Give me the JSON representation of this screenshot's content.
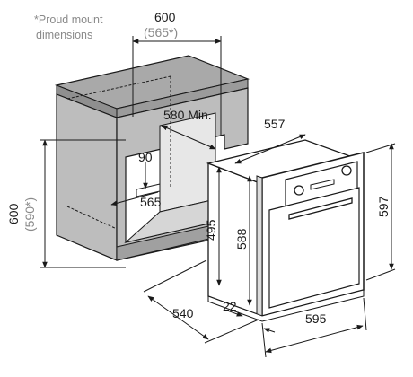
{
  "note": {
    "line1": "*Proud mount",
    "line2": "dimensions"
  },
  "dimensions": {
    "cabinet_width": "600",
    "cabinet_width_proud": "(565*)",
    "cabinet_height": "600",
    "cabinet_height_proud": "(590*)",
    "cavity_depth_min": "580 Min.",
    "vent_height": "90",
    "vent_width": "565",
    "oven_depth_top": "557",
    "oven_body_height": "495",
    "oven_body_height_2": "588",
    "oven_front_height": "597",
    "oven_depth": "540",
    "front_thickness": "22",
    "oven_width": "595"
  },
  "colors": {
    "cabinet_fill": "#bdbdbd",
    "cabinet_top": "#a9a9a9",
    "oven_fill": "#ffffff",
    "line": "#1a1a1a"
  }
}
